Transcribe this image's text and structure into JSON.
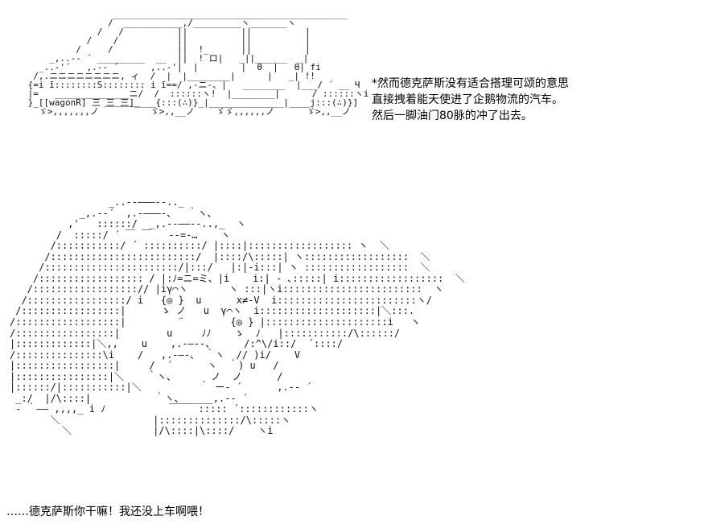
{
  "caption_top": [
    "*然而德克萨斯没有适合搭理可颂的意思",
    "直接拽着能天使进了企鹅物流的汽车。",
    "然后一脚油门80脉的冲了出去。"
  ],
  "caption_bottom": "……德克萨斯你干嘛！我还没上车啊喂！",
  "van_art": "                 ____________________________________________\n                /  ___________,/_________ヽ_______ヽ\n              /   /          ||          ||          |\n            /    /           ||          ||          |\n          /     /            ||  !_      ||          |\n     _,..-‐ ´ _________  __  ||  ! ロ|   _||______  _|\n   _..-'´   ,.-‐ ´      ,..-'|  |        |  Θ  |   Θ| fi\n  /,.ニニニニニニニニ, ィ  /  |  |________|      |   _| !!\n {=i ̄i::::::::S:::::::: i ̄i==/ ,-ニ-、|   ________  |___/ ´ __ Ч\n |=   ______________ニ/  /  ::::::ヽ!  |________|      / ::::::ヽi\n }_[[wagonR] 三 三 三]____{:::(∴)}_|______________|____j:::(∴)}]\n   ゞ>,,,,,,,ノ ￣￣￣￣  ゞ>,,__ノ    ゞゞ,,,,,,ノ      ゞ>,,__ノ",
  "figure_art": "                 _..--―――--.._\n            _,.-‐´  ,.-―――-、  ｀ヽ、\n          ,'   ::::::/  _,.--――--..,_  ヽ\n        /  :::::/ ´ ￣ ￣   ‐-=-…    ヽ\n       /:::::::::::/ ´ ::::::::::/ |::::|:::::::::::::::::: ヽ  ＼\n      /:::::::::::::::::::::::::/  |::::/\\:::::| ヽ::::::::::::::::::  ＼\n     /:::::::::::::::::::::::/|:::/   |:|‐i:::| ヽ ::::::::::::::::::  ＼\n    /:::::::::::::::::: / |:ﾉ=ニ=ミ、|i    i:| ‐ ､:::::| i::::::::::::::::::  ＼\n   /::::::::::::::::::// |iγ⌒ヽ       ヽ :::|ヽi::::::::::::::::::::::::  ヽ\n  /:::::::::::::::::/ i   {◎ }  u      x≠-V  i::::::::::::::::::::::::ヽ/\n /:::::::::::::::::|      ゝ ノ   u  γ⌒ヽ  i::::::::::::::::::::|＼:::.\n/::::::::::::::::::|         ¨        {◎ } |:::::::::::::::::::::i   ヽ\n/:::::::::::::::::|        u     ﾉﾉ    ゝ  ﾉ   |:::::::::::/\\::::::/\n|:::::::::::::|＼,,    u    ,.-―‐-、     /:^\\/i::/  ´::::/\n/:::::::::::::::\\i    /   ,.-―‐、 ｀ヽ  // )i/    V\n|:::::::::::::::::|     /  ´      ヽ  ｀) u   /\n|::::::::::::::::|＼    ｀ヽ、      ノ  ノ      /\n|::::::/|:::::::::::|＼          ｀ ー‐ ´      ,.-‐ ´\n _:/  |/\\::::|           ｀ヽ、_____,.-‐ ´\n ‐ ｀―― ,,,,_ i ﾉ           ￣￣￣::::: ´::::::::::::ヽ\n       ＼                |::::::::::::::/\\:::::ヽ\n         ＼              |/\\::::|\\::::/    ヽi"
}
